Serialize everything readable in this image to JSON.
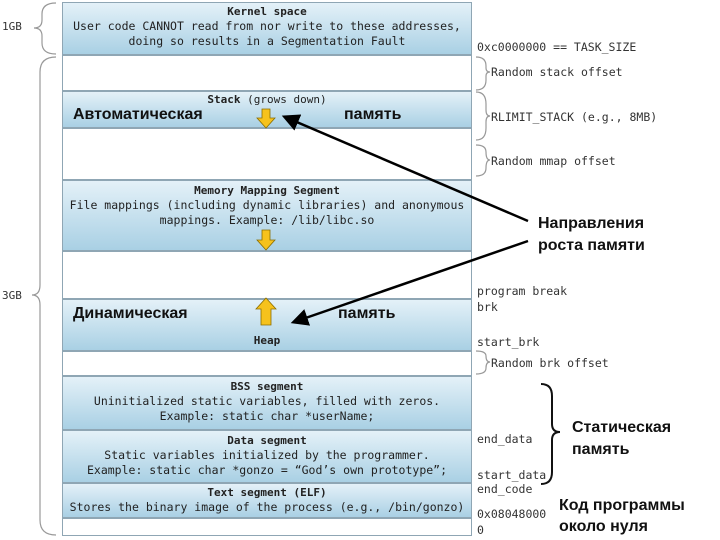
{
  "segments": {
    "kernel": {
      "title": "Kernel space",
      "line1": "User code CANNOT read from nor write to these addresses,",
      "line2": "doing so results in a Segmentation Fault"
    },
    "stack": {
      "title": "Stack",
      "title_suffix": " (grows down)"
    },
    "mmap": {
      "title": "Memory Mapping Segment",
      "line1": "File mappings (including dynamic libraries) and anonymous",
      "line2": "mappings. Example: /lib/libc.so"
    },
    "heap": {
      "title": "Heap"
    },
    "bss": {
      "title": "BSS segment",
      "line1": "Uninitialized static variables, filled with zeros.",
      "line2": "Example: static char *userName;"
    },
    "data": {
      "title": "Data segment",
      "line1": "Static variables initialized by the programmer.",
      "line2": "Example: static char *gonzo = “God’s own prototype”;"
    },
    "text": {
      "title": "Text segment (ELF)",
      "line1": "Stores the binary image of the process (e.g., /bin/gonzo)"
    }
  },
  "left_labels": {
    "gb1": "1GB",
    "gb3": "3GB"
  },
  "right_labels": {
    "task_size": "0xc0000000 == TASK_SIZE",
    "random_stack": "Random stack offset",
    "rlimit": "RLIMIT_STACK (e.g., 8MB)",
    "random_mmap": "Random mmap offset",
    "program_break": "program break",
    "brk": "brk",
    "start_brk": "start_brk",
    "random_brk": "Random brk offset",
    "end_data": "end_data",
    "start_data": "start_data",
    "end_code": "end_code",
    "addr_text": "0x08048000",
    "zero": "0"
  },
  "annotations": {
    "auto": "Автоматическая",
    "auto_mem": "память",
    "dyn": "Динамическая",
    "dyn_mem": "память",
    "growth1": "Направления",
    "growth2": "роста памяти",
    "static1": "Статическая",
    "static2": "память",
    "code1": "Код программы",
    "code2": "около нуля"
  },
  "colors": {
    "segment_fill_top": "#e4f1f8",
    "segment_fill_bottom": "#a9d0e4",
    "grow_arrow": "#f6c21c",
    "pointer": "#000000"
  }
}
